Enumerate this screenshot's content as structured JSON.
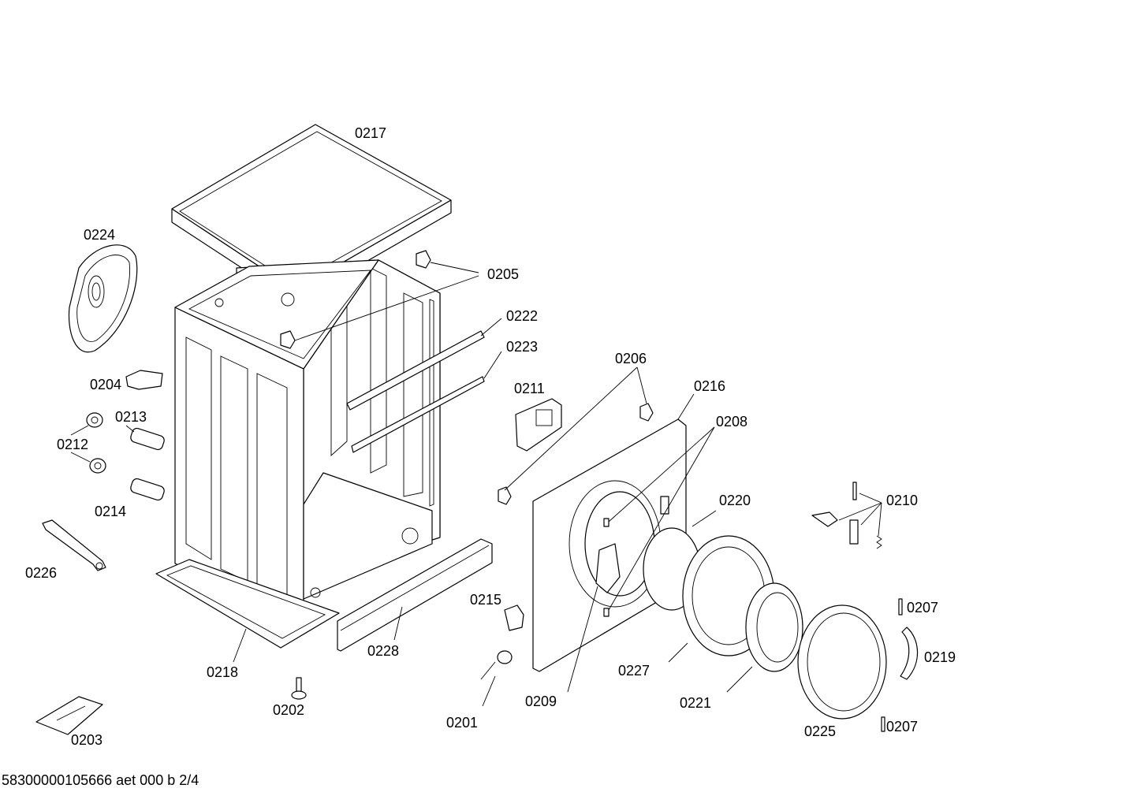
{
  "footer": "58300000105666 aet 000 b 2/4",
  "labels": {
    "l0217": "0217",
    "l0224": "0224",
    "l0205": "0205",
    "l0222": "0222",
    "l0223": "0223",
    "l0206": "0206",
    "l0216": "0216",
    "l0211": "0211",
    "l0204": "0204",
    "l0213": "0213",
    "l0212": "0212",
    "l0208": "0208",
    "l0214": "0214",
    "l0220": "0220",
    "l0210": "0210",
    "l0226": "0226",
    "l0215": "0215",
    "l0207a": "0207",
    "l0219": "0219",
    "l0228": "0228",
    "l0218": "0218",
    "l0227": "0227",
    "l0209": "0209",
    "l0221": "0221",
    "l0202": "0202",
    "l0201": "0201",
    "l0225": "0225",
    "l0207b": "0207",
    "l0203": "0203"
  }
}
